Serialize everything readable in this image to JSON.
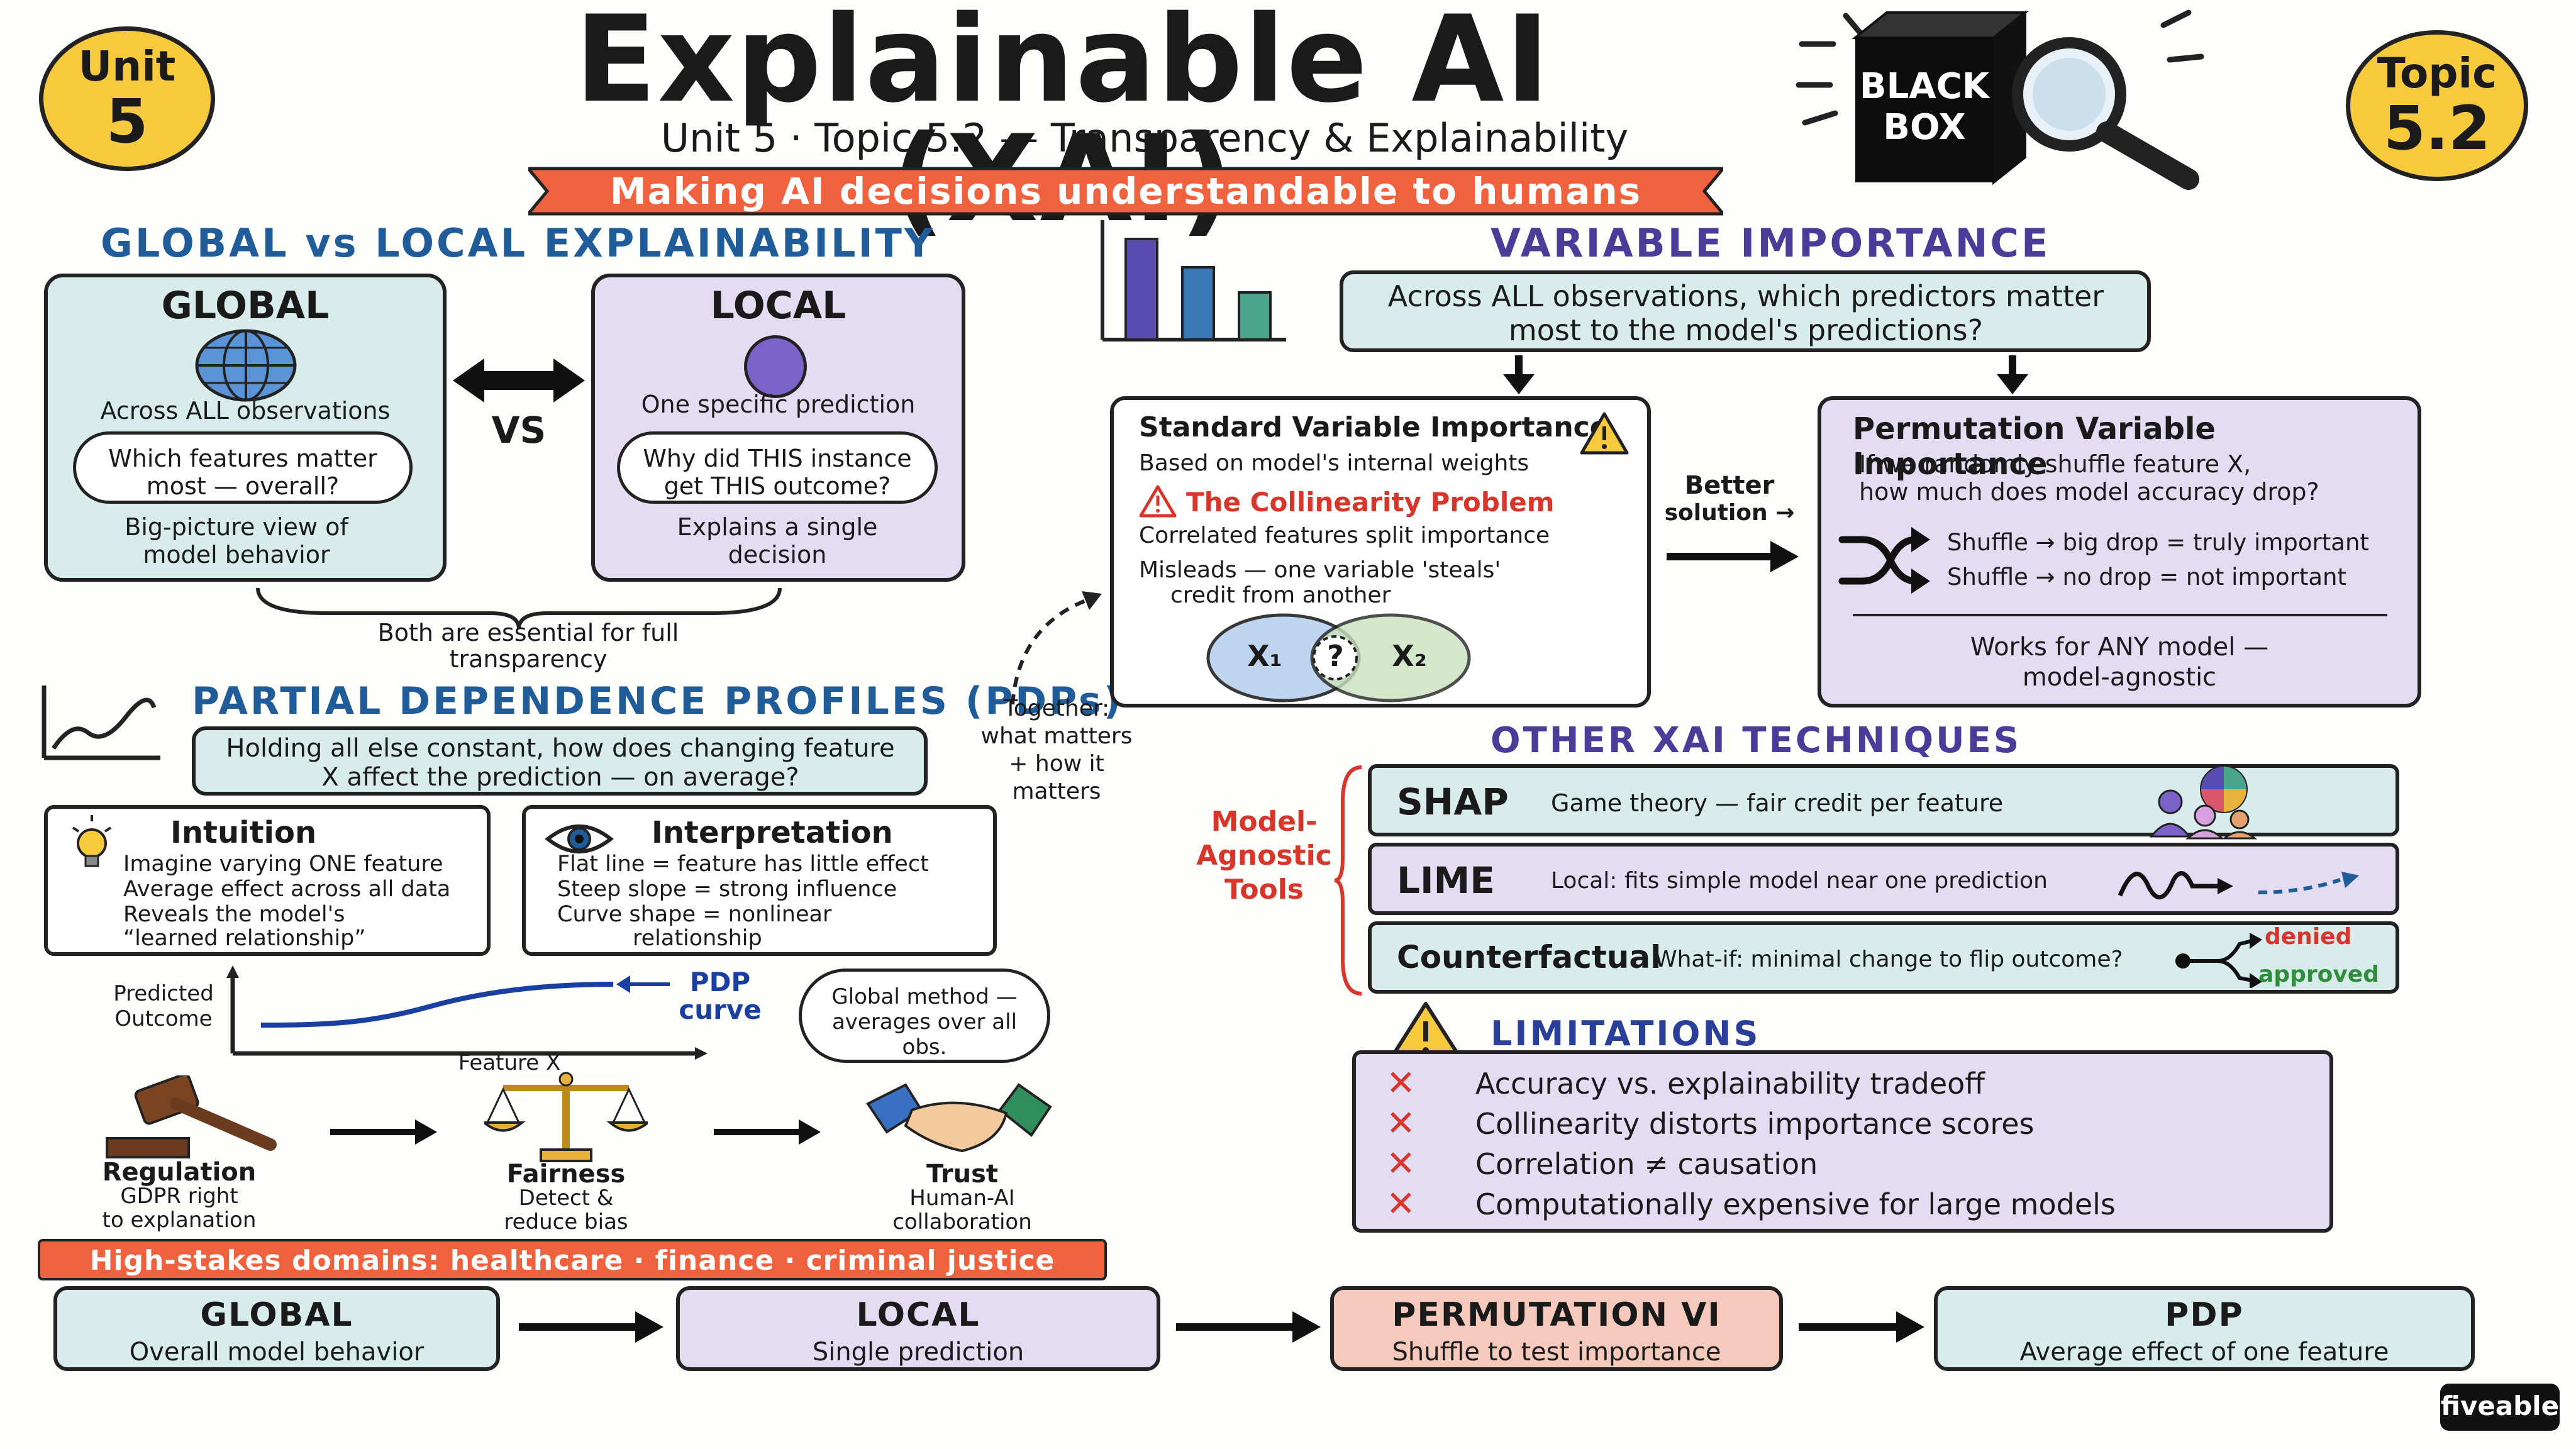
{
  "header": {
    "title": "Explainable AI (XAI)",
    "subtitle": "Unit 5 · Topic 5.2 — Transparency & Explainability",
    "banner": "Making AI decisions understandable to humans",
    "unit_label": "Unit",
    "unit_number": "5",
    "topic_label": "Topic",
    "topic_number": "5.2",
    "black_box_line1": "BLACK",
    "black_box_line2": "BOX"
  },
  "global_local": {
    "heading": "GLOBAL vs LOCAL EXPLAINABILITY",
    "global_title": "GLOBAL",
    "global_scope": "Across ALL observations",
    "global_question": "Which features matter most — overall?",
    "global_desc": "Big-picture view of model behavior",
    "vs": "VS",
    "local_title": "LOCAL",
    "local_scope": "One specific prediction",
    "local_question": "Why did THIS instance get THIS outcome?",
    "local_desc": "Explains a single decision",
    "both_note": "Both are essential for full transparency"
  },
  "pdp": {
    "heading": "PARTIAL DEPENDENCE PROFILES (PDPs)",
    "question": "Holding all else constant, how does changing feature X affect the prediction — on average?",
    "intuition_title": "Intuition",
    "intuition_lines": [
      "Imagine varying ONE feature",
      "Average effect across all data",
      "Reveals the model's",
      "“learned relationship”"
    ],
    "interpretation_title": "Interpretation",
    "interpretation_lines": [
      "Flat line = feature has little effect",
      "Steep slope = strong influence",
      "Curve shape = nonlinear",
      "relationship"
    ],
    "y_label_1": "Predicted",
    "y_label_2": "Outcome",
    "x_label": "Feature X",
    "curve_label_1": "PDP",
    "curve_label_2": "curve",
    "cloud_text": "Global method — averages over all obs."
  },
  "together_note": [
    "Together:",
    "what matters",
    "+ how it",
    "matters"
  ],
  "applications": {
    "regulation_title": "Regulation",
    "regulation_lines": [
      "GDPR right",
      "to explanation"
    ],
    "fairness_title": "Fairness",
    "fairness_lines": [
      "Detect &",
      "reduce bias"
    ],
    "trust_title": "Trust",
    "trust_lines": [
      "Human-AI",
      "collaboration"
    ],
    "high_stakes": "High-stakes domains: healthcare · finance · criminal justice"
  },
  "variable_importance": {
    "heading": "VARIABLE IMPORTANCE",
    "question": "Across ALL observations, which predictors matter most to the model's predictions?",
    "standard_title": "Standard Variable Importance",
    "standard_sub": "Based on model's internal weights",
    "collinearity_title": "The Collinearity Problem",
    "collinearity_line1": "Correlated features split importance",
    "collinearity_line2": "Misleads — one variable 'steals'",
    "collinearity_line3": "credit from another",
    "x1": "X₁",
    "x2": "X₂",
    "overlap": "?",
    "better_1": "Better",
    "better_2": "solution →",
    "perm_title": "Permutation Variable Importance",
    "perm_q1": "If we randomly shuffle feature X,",
    "perm_q2": "how much does model accuracy drop?",
    "perm_r1": "Shuffle → big drop = truly important",
    "perm_r2": "Shuffle → no drop = not important",
    "perm_note_1": "Works for ANY model —",
    "perm_note_2": "model-agnostic",
    "bar_colors": [
      "#5a4bb0",
      "#3a78b8",
      "#4aa58a"
    ]
  },
  "other_techniques": {
    "heading": "OTHER XAI TECHNIQUES",
    "side_label": [
      "Model-",
      "Agnostic",
      "Tools"
    ],
    "items": [
      {
        "name": "SHAP",
        "desc": "Game theory — fair credit per feature"
      },
      {
        "name": "LIME",
        "desc": "Local: fits simple model near one prediction"
      },
      {
        "name": "Counterfactual",
        "desc": "What-if: minimal change to flip outcome?"
      }
    ],
    "denied": "denied",
    "approved": "approved"
  },
  "limitations": {
    "heading": "LIMITATIONS",
    "items": [
      "Accuracy vs. explainability tradeoff",
      "Collinearity distorts importance scores",
      "Correlation ≠ causation",
      "Computationally expensive for large models"
    ]
  },
  "flow": [
    {
      "title": "GLOBAL",
      "sub": "Overall model behavior"
    },
    {
      "title": "LOCAL",
      "sub": "Single prediction"
    },
    {
      "title": "PERMUTATION VI",
      "sub": "Shuffle to test importance"
    },
    {
      "title": "PDP",
      "sub": "Average effect of one feature"
    }
  ],
  "brand": "fiveable",
  "colors": {
    "accent_red": "#f0623e",
    "teal": "#d8ecec",
    "lavender": "#e4dcf2",
    "salmon": "#f6c9bd",
    "yellow": "#f7c93c"
  }
}
